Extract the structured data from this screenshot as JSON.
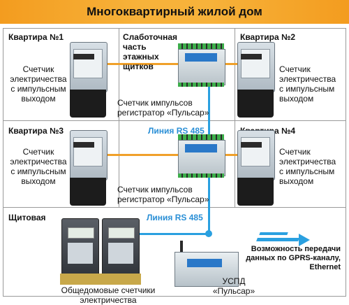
{
  "title": "Многоквартирный жилой дом",
  "apartments": [
    {
      "name": "Квартира №1",
      "meter_label": [
        "Счетчик",
        "электричества",
        "с импульсным",
        "выходом"
      ]
    },
    {
      "name": "Квартира №2",
      "meter_label": [
        "Счетчик",
        "электричества",
        "с импульсным",
        "выходом"
      ]
    },
    {
      "name": "Квартира №3",
      "meter_label": [
        "Счетчик",
        "электричества",
        "с импульсным",
        "выходом"
      ]
    },
    {
      "name": "Квартира №4",
      "meter_label": [
        "Счетчик",
        "электричества",
        "с импульсным",
        "выходом"
      ]
    }
  ],
  "floor_panel_title": [
    "Слаботочная часть",
    "этажных",
    "щитков"
  ],
  "registrar_label": [
    "Счетчик импульсов",
    "регистратор «Пульсар»"
  ],
  "rs485_label": "Линия RS 485",
  "switchboard": {
    "title": "Щитовая",
    "meters_label": "Общедомовые счетчики электричества"
  },
  "uspd_label": [
    "УСПД",
    "«Пульсар»"
  ],
  "gprs_label": [
    "Возможность передачи",
    "данных по GPRS-каналу,",
    "Ethernet"
  ],
  "colors": {
    "title_bar": "#f7b23a",
    "wire_orange": "#f0a02a",
    "rs485_blue": "#2aa0e0"
  }
}
